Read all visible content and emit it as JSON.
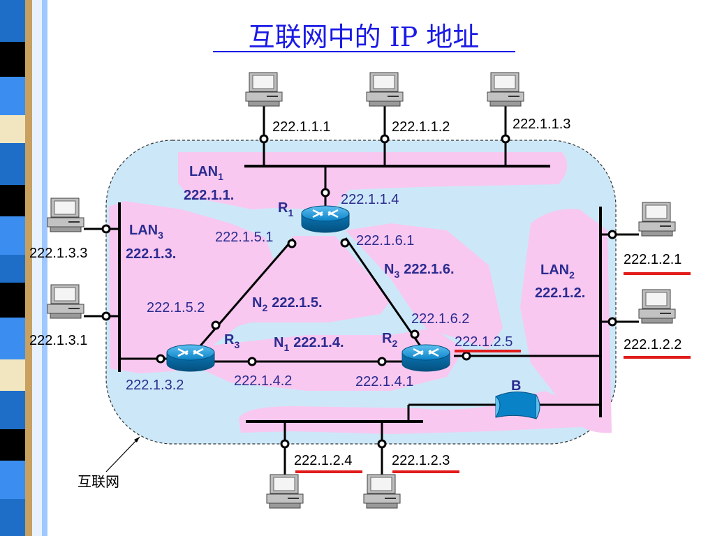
{
  "title": "互联网中的 IP 地址",
  "internet_label": "互联网",
  "hosts": {
    "h111": "222.1.1.1",
    "h112": "222.1.1.2",
    "h113": "222.1.1.3",
    "h133": "222.1.3.3",
    "h131": "222.1.3.1",
    "h121": "222.1.2.1",
    "h122": "222.1.2.2",
    "h124_main": "222.1.2.",
    "h124_last": "4",
    "h123_main": "222.1.2.",
    "h123_last": "3"
  },
  "networks": {
    "lan1_name": "LAN",
    "lan1_sub": "1",
    "lan1_addr": "222.1.1.",
    "lan2_name": "LAN",
    "lan2_sub": "2",
    "lan2_addr": "222.1.2.",
    "lan3_name": "LAN",
    "lan3_sub": "3",
    "lan3_addr": "222.1.3.",
    "n1_name": "N",
    "n1_sub": "1",
    "n1_addr": "222.1.4.",
    "n2_name": "N",
    "n2_sub": "2",
    "n2_addr": "222.1.5.",
    "n3_name": "N",
    "n3_sub": "3",
    "n3_addr": "222.1.6."
  },
  "routers": {
    "r1_name": "R",
    "r1_sub": "1",
    "r2_name": "R",
    "r2_sub": "2",
    "r3_name": "R",
    "r3_sub": "3",
    "bridge": "B"
  },
  "interfaces": {
    "r1_lan1": "222.1.1.4",
    "r1_n2": "222.1.5.1",
    "r1_n3": "222.1.6.1",
    "r3_n2": "222.1.5.2",
    "r3_lan3": "222.1.3.2",
    "r3_n1": "222.1.4.2",
    "r2_n3": "222.1.6.2",
    "r2_n1": "222.1.4.1",
    "r2_lan2_main": "222.1.2.",
    "r2_lan2_last": "5"
  },
  "colors": {
    "internet_fill": "#cce8f8",
    "lan_fill": "#f8c8f0",
    "underline": "#e21b1b",
    "title": "#1a1ae6",
    "net_label": "#2b2b8f",
    "router": "#0a82c8"
  }
}
